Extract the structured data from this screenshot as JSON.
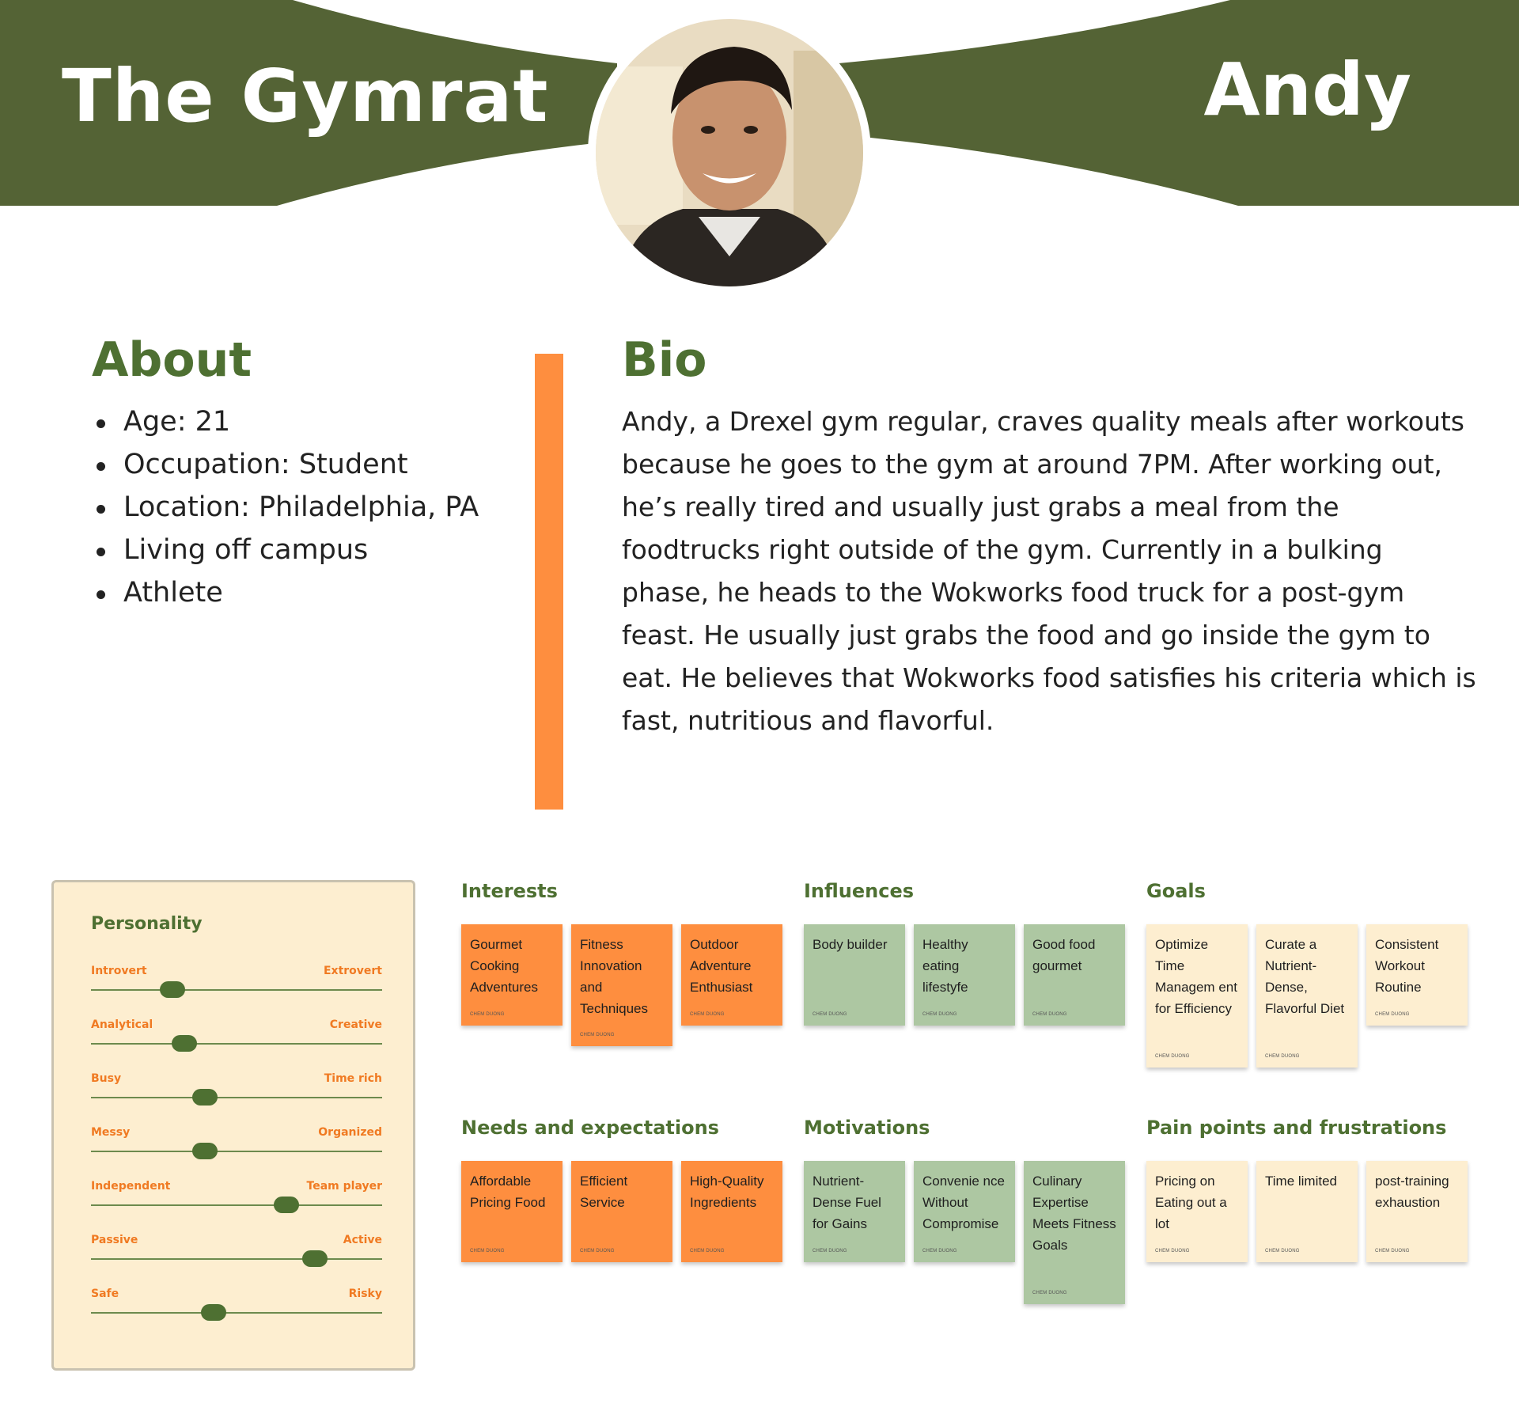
{
  "header": {
    "persona_type": "The Gymrat",
    "persona_name": "Andy",
    "color": "#546335"
  },
  "about": {
    "title": "About",
    "items": [
      "Age: 21",
      "Occupation: Student",
      "Location: Philadelphia, PA",
      "Living off campus",
      "Athlete"
    ]
  },
  "bio": {
    "title": "Bio",
    "text": "Andy, a Drexel gym regular, craves quality meals after workouts because he goes to the gym at around 7PM. After working out, he’s really tired and usually just grabs a meal from the foodtrucks right outside of the gym. Currently in a bulking phase, he heads to the Wokworks food truck for a post-gym feast. He usually just grabs the food and go inside the gym to eat. He believes that Wokworks food satisfies his criteria which is fast, nutritious and flavorful."
  },
  "personality": {
    "title": "Personality",
    "traits": [
      {
        "left": "Introvert",
        "right": "Extrovert",
        "level": 0.28
      },
      {
        "left": "Analytical",
        "right": "Creative",
        "level": 0.32
      },
      {
        "left": "Busy",
        "right": "Time rich",
        "level": 0.39
      },
      {
        "left": "Messy",
        "right": "Organized",
        "level": 0.39
      },
      {
        "left": "Independent",
        "right": "Team player",
        "level": 0.67
      },
      {
        "left": "Passive",
        "right": "Active",
        "level": 0.77
      },
      {
        "left": "Safe",
        "right": "Risky",
        "level": 0.42
      }
    ]
  },
  "note_author": "CHEM DUONG",
  "boards": {
    "interests": {
      "title": "Interests",
      "notes": [
        "Gourmet Cooking Adventures",
        "Fitness Innovation and Techniques",
        "Outdoor Adventure Enthusiast"
      ]
    },
    "influences": {
      "title": "Influences",
      "notes": [
        "Body builder",
        "Healthy eating lifestyfe",
        "Good food gourmet"
      ]
    },
    "goals": {
      "title": "Goals",
      "notes": [
        "Optimize Time Managem ent for Efficiency",
        "Curate a Nutrient-Dense, Flavorful Diet",
        "Consistent Workout Routine"
      ]
    },
    "needs": {
      "title": "Needs and expectations",
      "notes": [
        "Affordable Pricing Food",
        "Efficient Service",
        "High-Quality Ingredients"
      ]
    },
    "motivations": {
      "title": "Motivations",
      "notes": [
        "Nutrient-Dense Fuel for Gains",
        "Convenie nce Without Compromise",
        "Culinary Expertise Meets Fitness Goals"
      ]
    },
    "pain_points": {
      "title": "Pain points and frustrations",
      "notes": [
        "Pricing on Eating out a lot",
        "Time limited",
        " post-training exhaustion"
      ]
    }
  },
  "colors": {
    "brand_green": "#546335",
    "title_green": "#4e7032",
    "accent_orange": "#fe8e3f",
    "note_green": "#adc7a2",
    "note_cream": "#fdeed0"
  }
}
